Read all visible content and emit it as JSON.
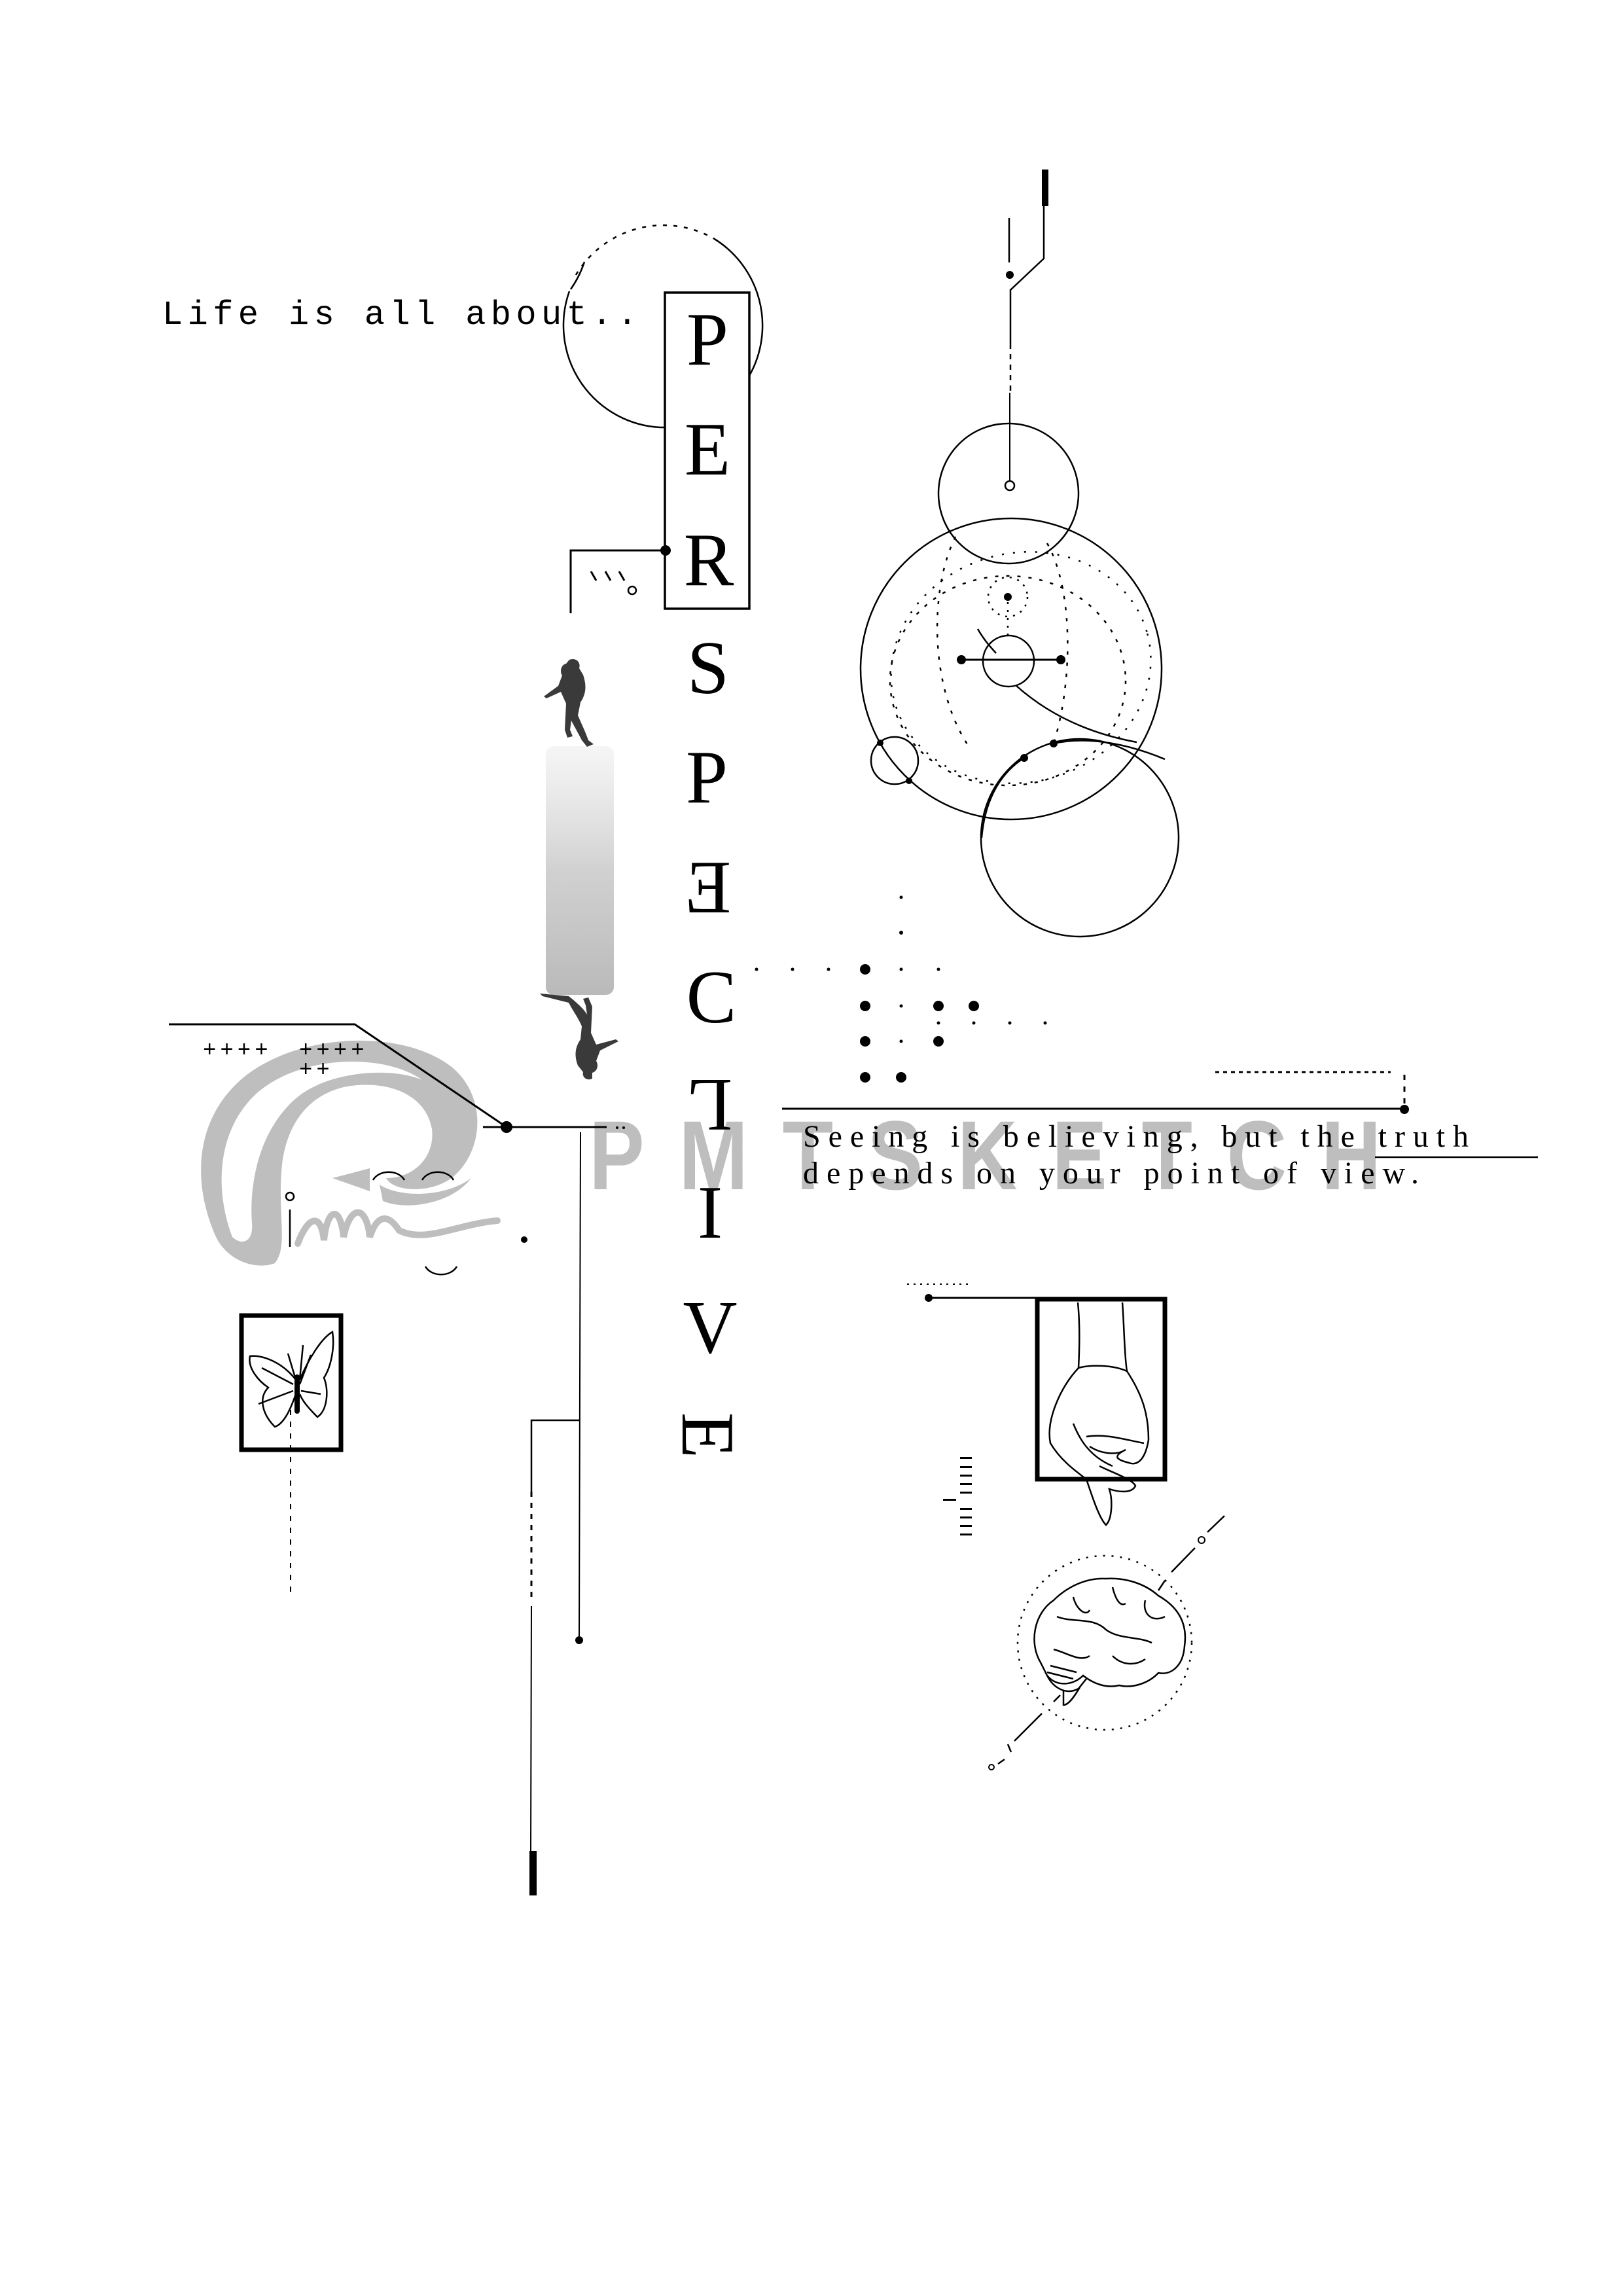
{
  "poster": {
    "intro_text": "Life is all about..",
    "title_word": "PERSPECTIVE",
    "title_letters": [
      {
        "char": "P",
        "transform": "normal"
      },
      {
        "char": "E",
        "transform": "normal"
      },
      {
        "char": "R",
        "transform": "normal"
      },
      {
        "char": "S",
        "transform": "normal"
      },
      {
        "char": "P",
        "transform": "normal"
      },
      {
        "char": "E",
        "transform": "mirrored"
      },
      {
        "char": "C",
        "transform": "normal"
      },
      {
        "char": "L",
        "transform": "upside-down"
      },
      {
        "char": "I",
        "transform": "normal"
      },
      {
        "char": "V",
        "transform": "normal"
      },
      {
        "char": "E",
        "transform": "rotated"
      }
    ],
    "quote_line_1": "Seeing is believing, but the truth",
    "quote_line_2": "depends on your point of view.",
    "watermark_text": "PMTSKETCH",
    "decorations": {
      "plus_row_1a": "++++",
      "plus_row_1b": "++++",
      "plus_row_2": "++",
      "slash_marks": "\\\\\\"
    },
    "illustrations": [
      {
        "name": "falling-figure-reflection",
        "description": "stippled human figure with mirrored reflection"
      },
      {
        "name": "butterfly",
        "description": "framed butterfly line drawing"
      },
      {
        "name": "hand",
        "description": "framed hand line drawing"
      },
      {
        "name": "brain",
        "description": "brain line drawing in dotted circle"
      },
      {
        "name": "orbit-diagram",
        "description": "concentric circles and dotted orbits"
      }
    ],
    "colors": {
      "ink": "#000000",
      "background": "#ffffff",
      "watermark": "#bebebe"
    }
  }
}
